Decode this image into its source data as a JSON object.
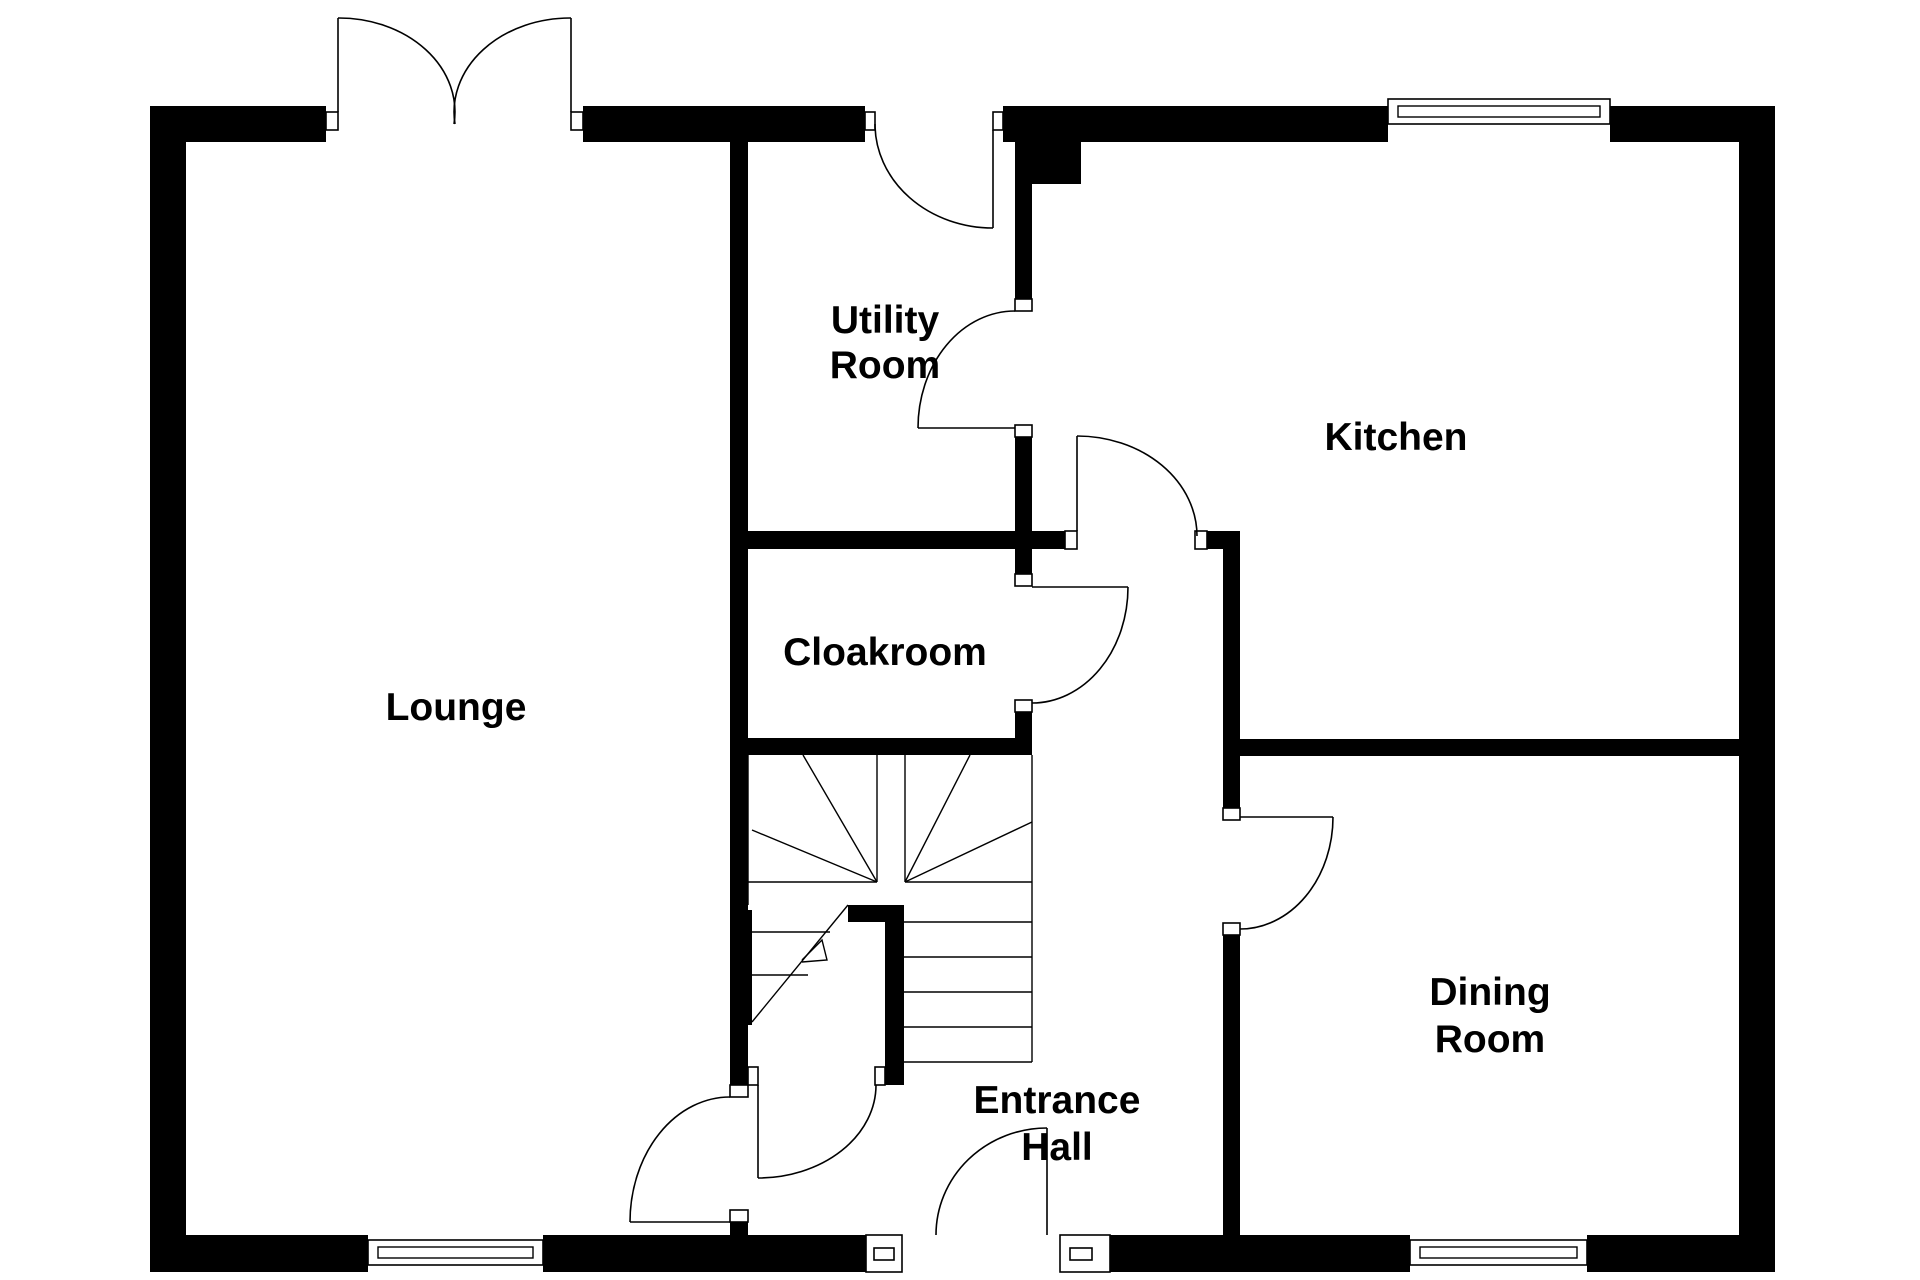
{
  "plan": {
    "rooms": {
      "lounge": "Lounge",
      "utility_line1": "Utility",
      "utility_line2": "Room",
      "kitchen": "Kitchen",
      "cloakroom": "Cloakroom",
      "dining_line1": "Dining",
      "dining_line2": "Room",
      "hall_line1": "Entrance",
      "hall_line2": "Hall"
    },
    "colors": {
      "wall": "#000000",
      "background": "#ffffff"
    }
  }
}
